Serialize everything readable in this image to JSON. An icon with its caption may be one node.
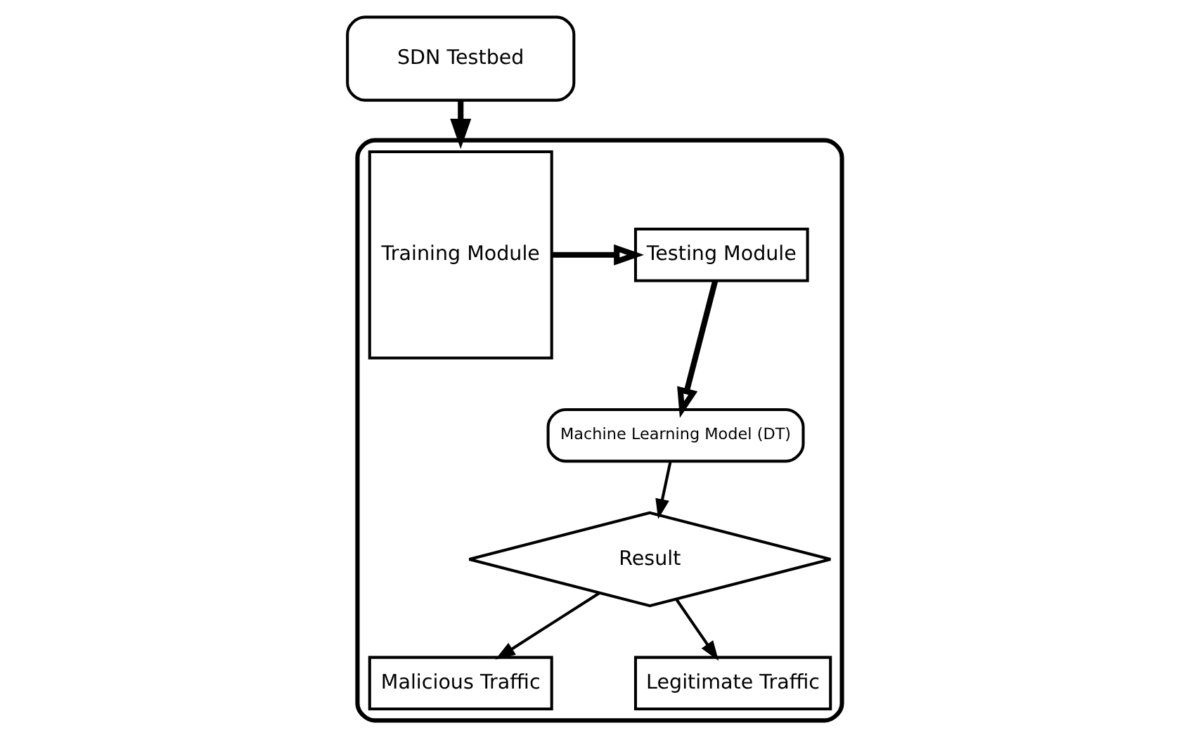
{
  "diagram": {
    "nodes": [
      {
        "text": [
          "SDN Testbed"
        ]
      },
      {
        "text": [],
        "shape": "box"
      },
      {
        "text": [
          "Training Module"
        ],
        "in": 1
      },
      {
        "text": [
          "Testing Module"
        ],
        "in": 1
      },
      {
        "text": [
          "Machine Learning Model (DT)"
        ],
        "in": 1
      },
      {
        "text": [
          "Result"
        ],
        "in": 1
      },
      {
        "text": [
          "Malicious Traffic"
        ],
        "in": 1
      },
      {
        "text": [
          "Legitimate Traffic"
        ],
        "in": 1
      }
    ],
    "edges": [
      {
        "from": 0,
        "to": 1,
        "arrow": "to",
        "style": "thick"
      },
      {
        "from": 2,
        "to": 3,
        "arrow": "to",
        "style": "thick"
      },
      {
        "from": 3,
        "to": 4,
        "arrow": "to",
        "style": "thick"
      },
      {
        "from": 4,
        "to": 5,
        "arrow": "to"
      },
      {
        "from": 5,
        "to": 6,
        "arrow": "to"
      },
      {
        "from": 5,
        "to": 7,
        "arrow": "to"
      }
    ]
  }
}
